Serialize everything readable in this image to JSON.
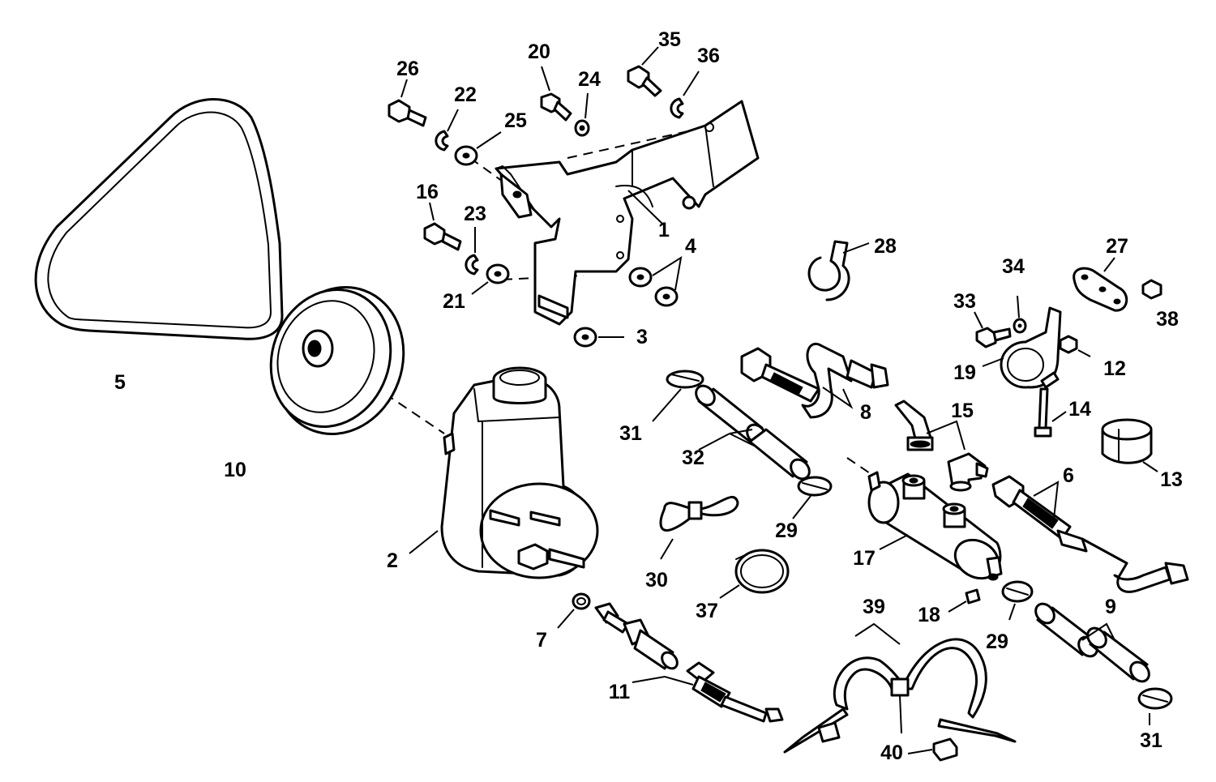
{
  "diagram": {
    "callouts": [
      "1",
      "2",
      "3",
      "4",
      "5",
      "6",
      "7",
      "8",
      "9",
      "10",
      "11",
      "12",
      "13",
      "14",
      "15",
      "16",
      "17",
      "18",
      "19",
      "20",
      "21",
      "22",
      "23",
      "24",
      "25",
      "26",
      "27",
      "28",
      "29",
      "30",
      "31",
      "32",
      "33",
      "34",
      "35",
      "36",
      "37",
      "38",
      "39",
      "40"
    ],
    "parts": [
      {
        "id": "1",
        "name": "bracket"
      },
      {
        "id": "2",
        "name": "power-steering-pump"
      },
      {
        "id": "3",
        "name": "washer"
      },
      {
        "id": "4",
        "name": "washer"
      },
      {
        "id": "5",
        "name": "drive-belt"
      },
      {
        "id": "6",
        "name": "hose-assembly"
      },
      {
        "id": "7",
        "name": "o-ring"
      },
      {
        "id": "8",
        "name": "hose-assembly"
      },
      {
        "id": "9",
        "name": "hose"
      },
      {
        "id": "10",
        "name": "pulley"
      },
      {
        "id": "11",
        "name": "hose-assembly"
      },
      {
        "id": "12",
        "name": "nut"
      },
      {
        "id": "13",
        "name": "cushion"
      },
      {
        "id": "14",
        "name": "screw"
      },
      {
        "id": "15",
        "name": "elbow-fitting"
      },
      {
        "id": "16",
        "name": "screw"
      },
      {
        "id": "17",
        "name": "oil-cooler"
      },
      {
        "id": "18",
        "name": "drain-plug"
      },
      {
        "id": "19",
        "name": "clamp"
      },
      {
        "id": "20",
        "name": "screw"
      },
      {
        "id": "21",
        "name": "washer"
      },
      {
        "id": "22",
        "name": "lockwasher"
      },
      {
        "id": "23",
        "name": "lockwasher"
      },
      {
        "id": "24",
        "name": "lockwasher"
      },
      {
        "id": "25",
        "name": "washer"
      },
      {
        "id": "26",
        "name": "screw"
      },
      {
        "id": "27",
        "name": "plate"
      },
      {
        "id": "28",
        "name": "clip"
      },
      {
        "id": "29",
        "name": "hose-clamp"
      },
      {
        "id": "30",
        "name": "tie-strap"
      },
      {
        "id": "31",
        "name": "hose-clamp"
      },
      {
        "id": "32",
        "name": "hose"
      },
      {
        "id": "33",
        "name": "screw"
      },
      {
        "id": "34",
        "name": "lockwasher"
      },
      {
        "id": "35",
        "name": "screw"
      },
      {
        "id": "36",
        "name": "lockwasher"
      },
      {
        "id": "37",
        "name": "hose-clamp"
      },
      {
        "id": "38",
        "name": "nut"
      },
      {
        "id": "39",
        "name": "tie-strap"
      },
      {
        "id": "40",
        "name": "anchor"
      }
    ]
  }
}
